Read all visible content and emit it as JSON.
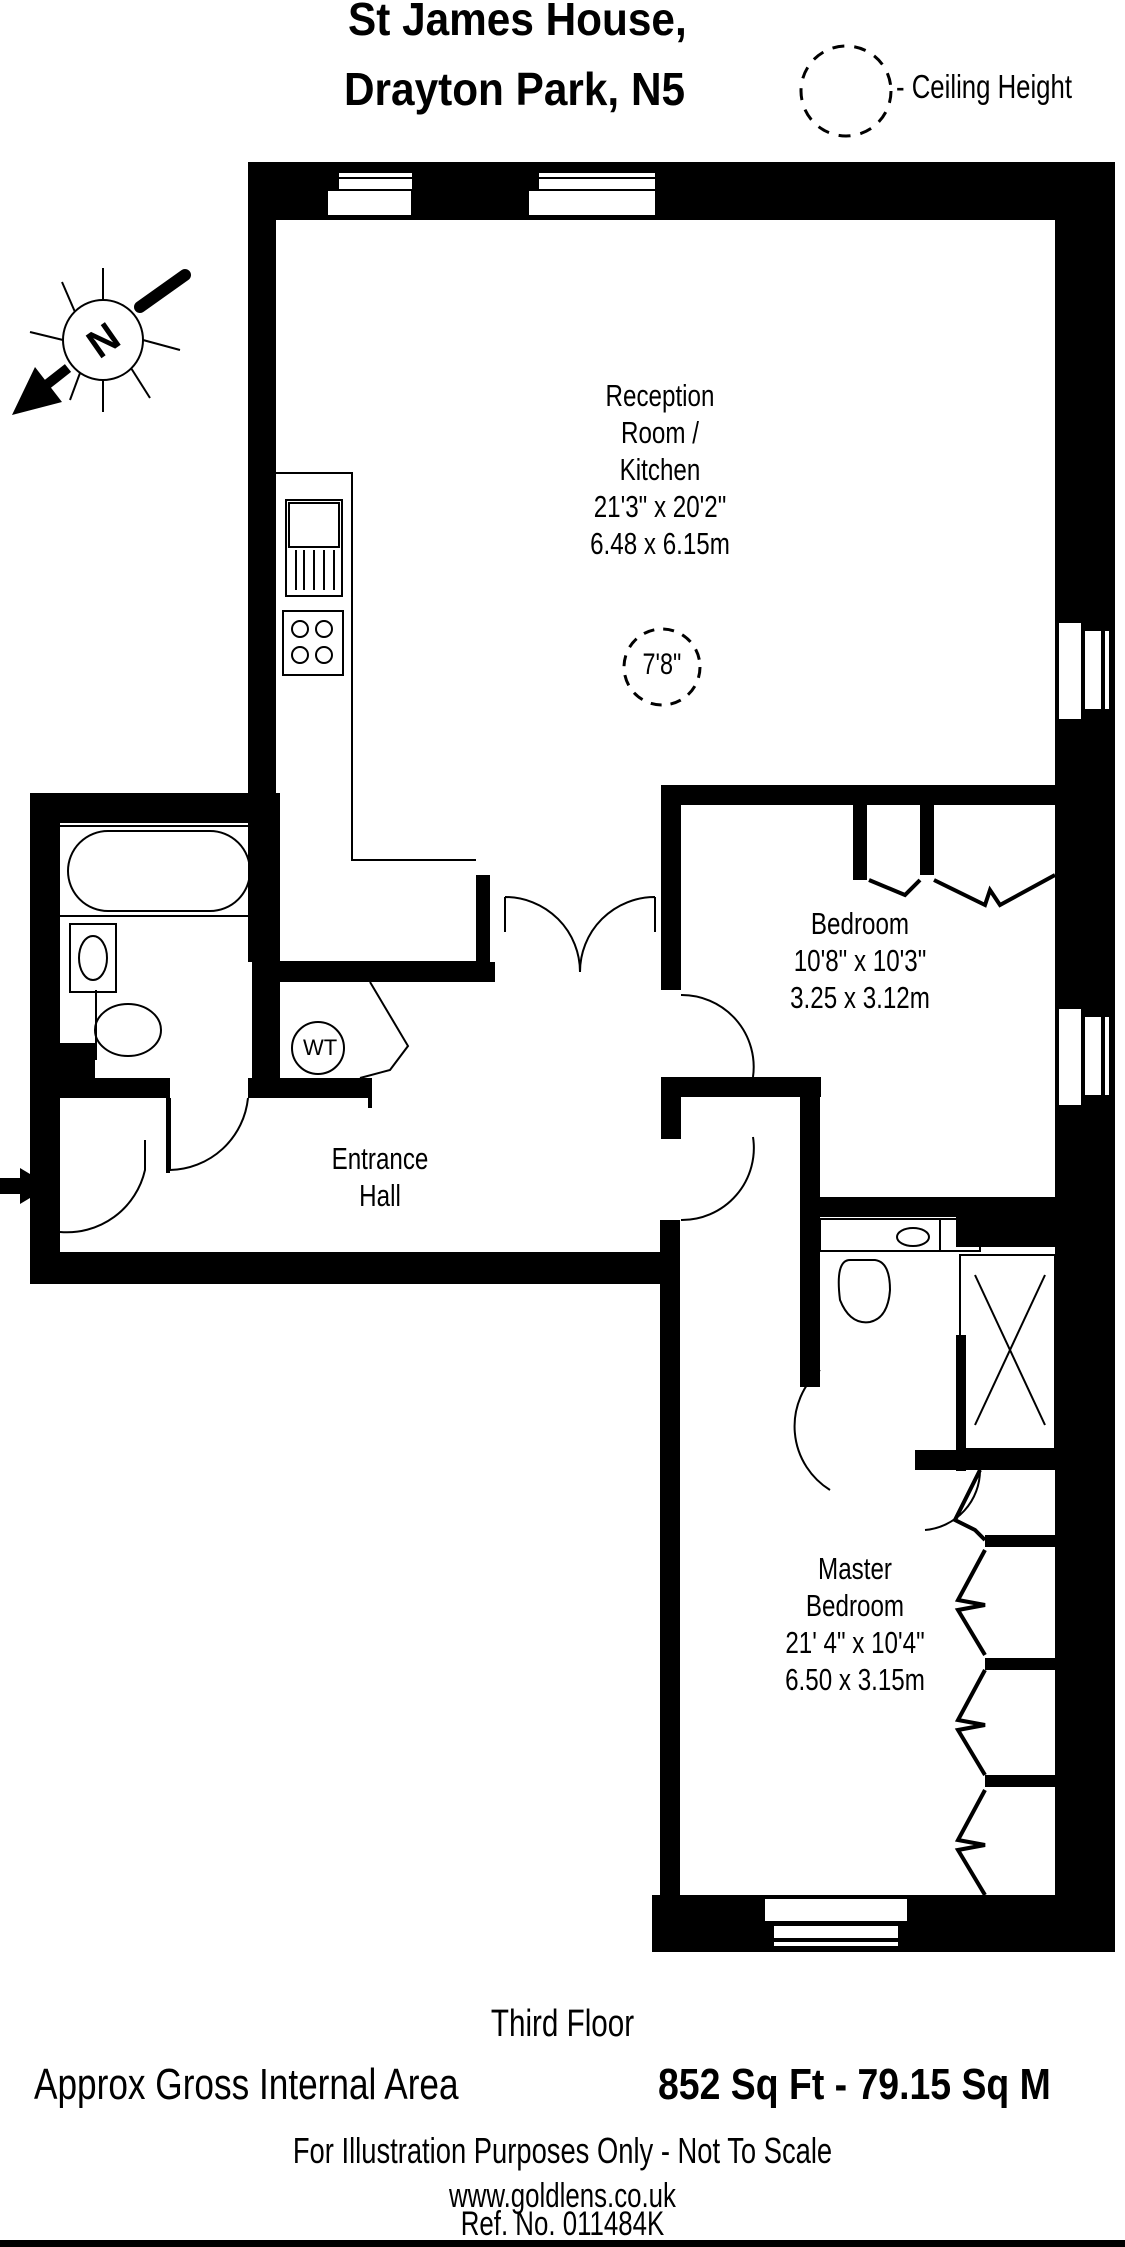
{
  "header": {
    "title_line1": "St James House,",
    "title_line2": "Drayton Park, N5",
    "legend_label": "- Ceiling Height",
    "legend_icon": "dashed-circle-icon"
  },
  "compass": {
    "label": "N",
    "icon": "north-compass-icon"
  },
  "rooms": [
    {
      "id": "reception",
      "name_lines": [
        "Reception",
        "Room /",
        "Kitchen"
      ],
      "imperial": "21'3\" x 20'2\"",
      "metric": "6.48 x 6.15m",
      "ceiling_height": "7'8\""
    },
    {
      "id": "bedroom",
      "name_lines": [
        "Bedroom"
      ],
      "imperial": "10'8\" x 10'3\"",
      "metric": "3.25 x 3.12m"
    },
    {
      "id": "entrance-hall",
      "name_lines": [
        "Entrance",
        "Hall"
      ]
    },
    {
      "id": "master-bedroom",
      "name_lines": [
        "Master",
        "Bedroom"
      ],
      "imperial": "21' 4\" x 10'4\"",
      "metric": "6.50 x 3.15m"
    }
  ],
  "fixtures": {
    "wt_label": "WT"
  },
  "footer": {
    "floor": "Third Floor",
    "area_label": "Approx Gross Internal Area",
    "area_value": "852 Sq Ft  -  79.15 Sq M",
    "disclaimer": "For Illustration Purposes Only - Not To Scale",
    "website": "www.goldlens.co.uk",
    "reference": "Ref. No. 011484K"
  },
  "colors": {
    "wall": "#000000",
    "background": "#ffffff"
  }
}
